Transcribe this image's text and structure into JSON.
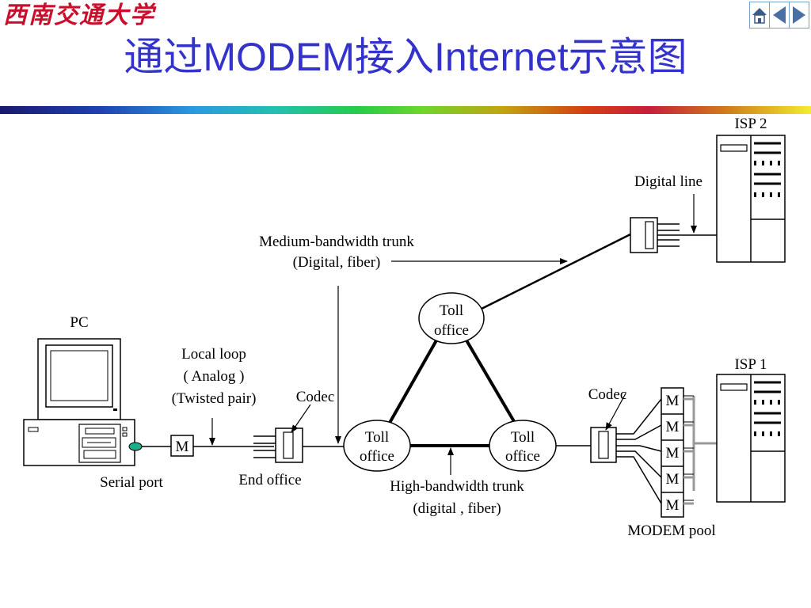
{
  "logo": {
    "text": "西南交通大学"
  },
  "title": "通过MODEM接入Internet示意图",
  "nav": {
    "icons": [
      "home-icon",
      "prev-icon",
      "next-icon"
    ]
  },
  "colors": {
    "title": "#3333cc",
    "logo": "#c8102e"
  },
  "diagram": {
    "isp2": "ISP 2",
    "isp1": "ISP 1",
    "digital_line": "Digital line",
    "medium_trunk": [
      "Medium-bandwidth trunk",
      "(Digital, fiber)"
    ],
    "pc": "PC",
    "local_loop": [
      "Local loop",
      "( Analog )",
      "(Twisted pair)"
    ],
    "codec_left": "Codec",
    "codec_right": "Codec",
    "toll_top": [
      "Toll",
      "office"
    ],
    "toll_left": [
      "Toll",
      "office"
    ],
    "toll_right": [
      "Toll",
      "office"
    ],
    "modem": "M",
    "serial_port": "Serial port",
    "end_office": "End office",
    "high_trunk": [
      "High-bandwidth trunk",
      "(digital , fiber)"
    ],
    "modem_pool_items": [
      "M",
      "M",
      "M",
      "M",
      "M"
    ],
    "modem_pool": "MODEM pool"
  }
}
